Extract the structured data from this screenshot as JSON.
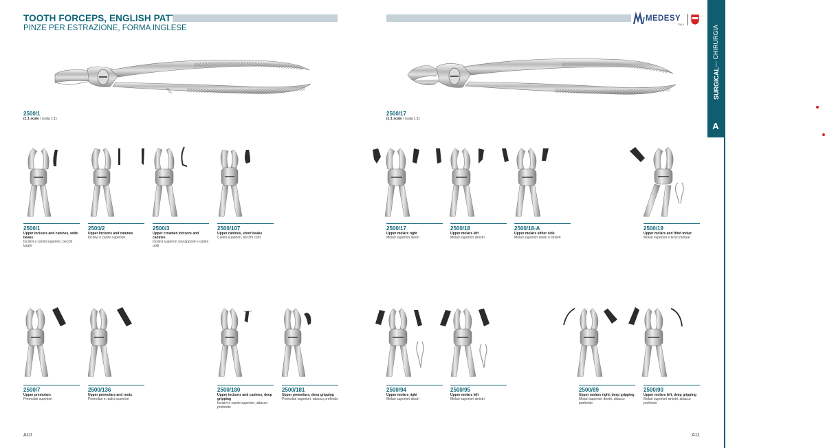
{
  "header": {
    "title": "TOOTH FORCEPS, ENGLISH PATTERN",
    "subtitle": "PINZE PER ESTRAZIONE, FORMA INGLESE"
  },
  "brand": {
    "name": "MEDESY",
    "sub": "ITALY"
  },
  "sidebar": {
    "category_bold": "SURGICAL",
    "category_rest": " — CHIRURGIA",
    "letter": "A"
  },
  "featured": [
    {
      "code": "2500/1",
      "scale_bold": "(1:1 scale",
      "scale_rest": " / scala 1:1)"
    },
    {
      "code": "2500/17",
      "scale_bold": "(1:1 scale",
      "scale_rest": " / scala 1:1)"
    }
  ],
  "items_row1": [
    {
      "code": "2500/1",
      "en": "Upper incisors and canines, wide beaks",
      "it": "Incisivi e canini superiori, becchi larghi"
    },
    {
      "code": "2500/2",
      "en": "Upper incisors and canines",
      "it": "Incisivi e canini superiori"
    },
    {
      "code": "2500/3",
      "en": "Upper crowded incisors and canines",
      "it": "Incisivi superiori sovrapposti e canini uniti"
    },
    {
      "code": "2500/107",
      "en": "Upper canines, short beaks",
      "it": "Canini superiori, becchi corti"
    },
    {
      "code": "2500/17",
      "en": "Upper molars right",
      "it": "Molari superiori destri"
    },
    {
      "code": "2500/18",
      "en": "Upper molars left",
      "it": "Molari superiori sinistri"
    },
    {
      "code": "2500/18-A",
      "en": "Upper molars either side",
      "it": "Molari superiori destri e sinistri"
    },
    {
      "code": "2500/19",
      "en": "Upper molars and third molar",
      "it": "Molari superiori e terzo molare"
    }
  ],
  "items_row2": [
    {
      "code": "2500/7",
      "en": "Upper premolars",
      "it": "Premolari superiori"
    },
    {
      "code": "2500/136",
      "en": "Upper premolars and roots",
      "it": "Premolari e radici superiori"
    },
    {
      "code": "2500/180",
      "en": "Upper incisors and canines, deep gripping",
      "it": "Incisivi e canini superiori, attacco profondo"
    },
    {
      "code": "2500/181",
      "en": "Upper premolars, deep gripping",
      "it": "Premolari superiori, attacco profondo"
    },
    {
      "code": "2500/94",
      "en": "Upper molars right",
      "it": "Molari superiori destri"
    },
    {
      "code": "2500/95",
      "en": "Upper molars left",
      "it": "Molari superiori sinistri"
    },
    {
      "code": "2500/89",
      "en": "Upper molars right, deep gripping",
      "it": "Molari superiori destri, attacco profondo"
    },
    {
      "code": "2500/90",
      "en": "Upper molars left, deep gripping",
      "it": "Molari superiori sinistri, attacco profondo"
    }
  ],
  "pages": {
    "left": "A10",
    "right": "A11"
  },
  "colors": {
    "accent": "#0f6678",
    "sidebar": "#0f5d6e",
    "bar": "#c6d2d8",
    "brand": "#2d4a83",
    "dot": "#d3262b"
  }
}
